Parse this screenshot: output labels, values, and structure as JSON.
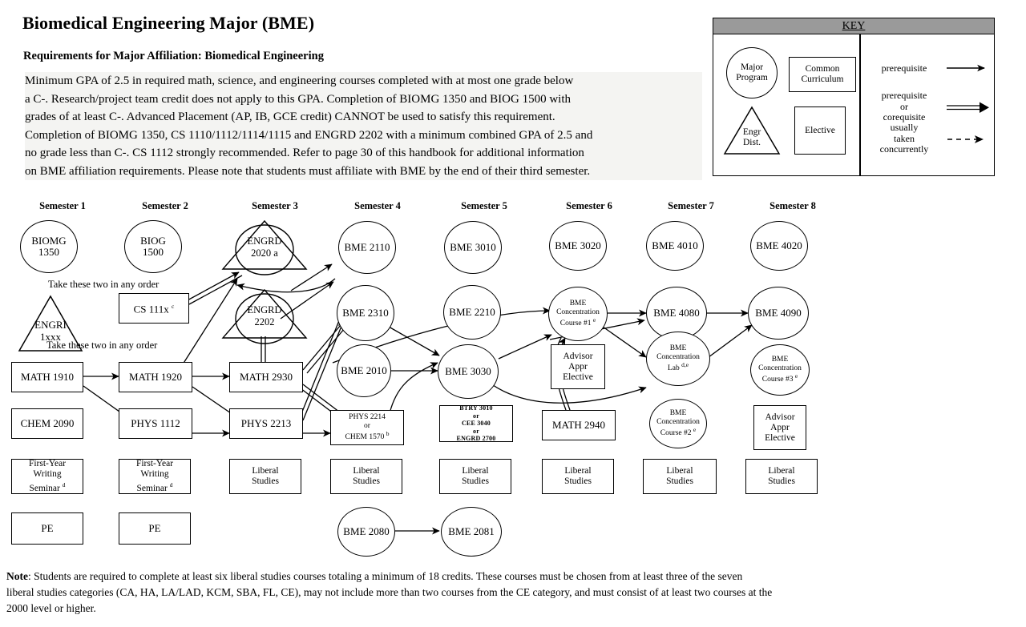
{
  "header": {
    "title": "Biomedical Engineering Major (BME)",
    "subtitle": "Requirements for Major Affiliation:  Biomedical Engineering",
    "paragraph_lines": [
      "Minimum  GPA of  2.5 in required math, science, and engineering courses completed with at most one grade below",
      "a C-. Research/project team credit does not apply to this GPA. Completion of BIOMG 1350 and BIOG 1500 with",
      "grades of at least C-. Advanced Placement (AP, IB, GCE credit) CANNOT be used to satisfy this requirement.",
      "Completion of BIOMG 1350, CS 1110/1112/1114/1115 and ENGRD 2202 with a minimum combined GPA of 2.5 and",
      "no grade less than C-. CS 1112 strongly recommended. Refer to page 30 of this handbook for additional information",
      "on BME affiliation requirements. Please note that students must affiliate with BME by the end of their third semester."
    ]
  },
  "key": {
    "title": "KEY",
    "shapes": [
      {
        "name": "major-program",
        "label": "Major\nProgram",
        "shape": "circle"
      },
      {
        "name": "common-curriculum",
        "label": "Common\nCurriculum",
        "shape": "rect"
      },
      {
        "name": "engr-dist",
        "label": "Engr\nDist.",
        "shape": "triangle"
      },
      {
        "name": "elective",
        "label": "Elective",
        "shape": "rect"
      }
    ],
    "legend": [
      {
        "label": "prerequisite",
        "arrow": "single"
      },
      {
        "label": "prerequisite\nor\ncorequisite",
        "arrow": "double"
      },
      {
        "label": "usually\ntaken\nconcurrently",
        "arrow": "dashed"
      }
    ]
  },
  "columns": [
    {
      "header": "Semester 1"
    },
    {
      "header": "Semester 2"
    },
    {
      "header": "Semester 3"
    },
    {
      "header": "Semester 4"
    },
    {
      "header": "Semester 5"
    },
    {
      "header": "Semester 6"
    },
    {
      "header": "Semester 7"
    },
    {
      "header": "Semester 8"
    }
  ],
  "annotations": [
    {
      "text": "Take these two in any order"
    },
    {
      "text": "Take these two in any order"
    }
  ],
  "nodes": [
    {
      "id": "biomg1350",
      "label": "BIOMG\n1350",
      "shape": "circle"
    },
    {
      "id": "engri1xxx",
      "label": "ENGRI\n1xxx",
      "shape": "triangle"
    },
    {
      "id": "math1910",
      "label": "MATH 1910",
      "shape": "rect"
    },
    {
      "id": "chem2090",
      "label": "CHEM 2090",
      "shape": "rect"
    },
    {
      "id": "fws1",
      "label": "First-Year\nWriting\nSeminar d",
      "shape": "rect"
    },
    {
      "id": "pe1",
      "label": "PE",
      "shape": "rect"
    },
    {
      "id": "biog1500",
      "label": "BIOG\n1500",
      "shape": "circle"
    },
    {
      "id": "cs111x",
      "label": "CS 111x c",
      "shape": "rect"
    },
    {
      "id": "math1920",
      "label": "MATH 1920",
      "shape": "rect"
    },
    {
      "id": "phys1112",
      "label": "PHYS 1112",
      "shape": "rect"
    },
    {
      "id": "fws2",
      "label": "First-Year\nWriting\nSeminar d",
      "shape": "rect"
    },
    {
      "id": "pe2",
      "label": "PE",
      "shape": "rect"
    },
    {
      "id": "engrd2020",
      "label": "ENGRD\n2020 a",
      "shape": "circle-in-triangle"
    },
    {
      "id": "engrd2202",
      "label": "ENGRD\n2202",
      "shape": "circle-in-triangle"
    },
    {
      "id": "math2930",
      "label": "MATH 2930",
      "shape": "rect"
    },
    {
      "id": "phys2213",
      "label": "PHYS 2213",
      "shape": "rect"
    },
    {
      "id": "ls3",
      "label": "Liberal\nStudies",
      "shape": "rect"
    },
    {
      "id": "bme2110",
      "label": "BME 2110",
      "shape": "circle"
    },
    {
      "id": "bme2310",
      "label": "BME 2310",
      "shape": "circle"
    },
    {
      "id": "bme2010",
      "label": "BME 2010",
      "shape": "circle"
    },
    {
      "id": "phys2214",
      "label": "PHYS 2214\nor\nCHEM 1570 b",
      "shape": "rect"
    },
    {
      "id": "ls4",
      "label": "Liberal\nStudies",
      "shape": "rect"
    },
    {
      "id": "bme2080",
      "label": "BME 2080",
      "shape": "circle"
    },
    {
      "id": "bme3010",
      "label": "BME 3010",
      "shape": "circle"
    },
    {
      "id": "bme2210",
      "label": "BME 2210",
      "shape": "circle"
    },
    {
      "id": "bme3030",
      "label": "BME 3030",
      "shape": "circle"
    },
    {
      "id": "btry3010",
      "label": "BTRY 3010\nor\nCEE 3040\nor\nENGRD 2700",
      "shape": "rect"
    },
    {
      "id": "ls5",
      "label": "Liberal\nStudies",
      "shape": "rect"
    },
    {
      "id": "bme2081",
      "label": "BME 2081",
      "shape": "circle"
    },
    {
      "id": "bme3020",
      "label": "BME 3020",
      "shape": "circle"
    },
    {
      "id": "conc1",
      "label": "BME\nConcentration\nCourse #1 e",
      "shape": "circle"
    },
    {
      "id": "adv6",
      "label": "Advisor\nAppr\nElective",
      "shape": "rect"
    },
    {
      "id": "math2940",
      "label": "MATH 2940",
      "shape": "rect"
    },
    {
      "id": "ls6",
      "label": "Liberal\nStudies",
      "shape": "rect"
    },
    {
      "id": "bme4010",
      "label": "BME 4010",
      "shape": "circle"
    },
    {
      "id": "bme4080",
      "label": "BME 4080",
      "shape": "circle"
    },
    {
      "id": "conclab",
      "label": "BME\nConcentration\nLab d,e",
      "shape": "circle"
    },
    {
      "id": "conc2",
      "label": "BME\nConcentration\nCourse #2 e",
      "shape": "circle"
    },
    {
      "id": "ls7",
      "label": "Liberal\nStudies",
      "shape": "rect"
    },
    {
      "id": "bme4020",
      "label": "BME 4020",
      "shape": "circle"
    },
    {
      "id": "bme4090",
      "label": "BME 4090",
      "shape": "circle"
    },
    {
      "id": "conc3",
      "label": "BME\nConcentration\nCourse #3 e",
      "shape": "circle"
    },
    {
      "id": "adv8",
      "label": "Advisor\nAppr\nElective",
      "shape": "rect"
    },
    {
      "id": "ls8",
      "label": "Liberal\nStudies",
      "shape": "rect"
    }
  ],
  "note": {
    "lines": [
      "Note: Students are required to complete at least six liberal studies courses totaling a minimum of 18 credits.  These courses must be chosen from at least three of the seven",
      "liberal studies categories (CA, HA, LA/LAD, KCM, SBA, FL, CE), may not include more than two courses from the CE category, and must consist of at least two courses at the",
      "2000 level or higher."
    ]
  },
  "colors": {
    "stroke": "#000000",
    "key_header_bg": "#9a9a9a",
    "paragraph_bg": "#f4f4f2",
    "page_bg": "#ffffff"
  }
}
